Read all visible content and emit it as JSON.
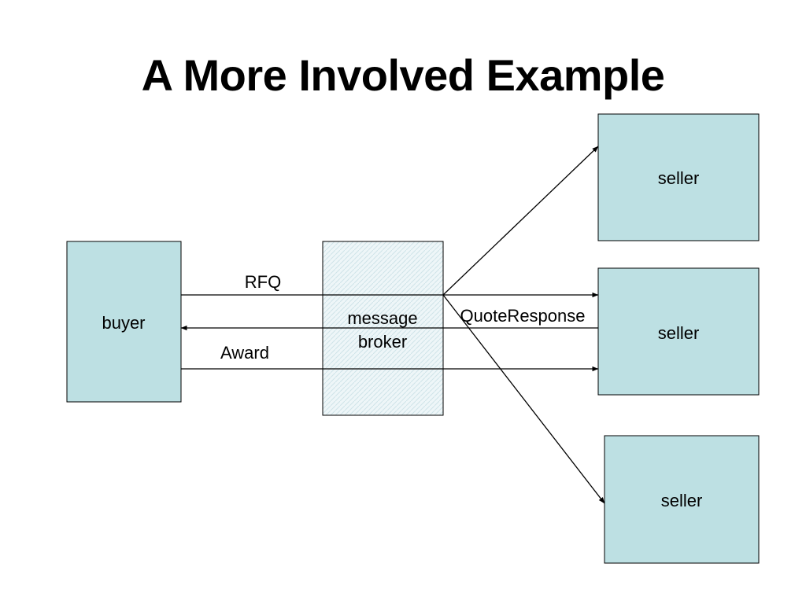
{
  "slide": {
    "title": "A More Involved Example"
  },
  "nodes": {
    "buyer": "buyer",
    "broker_line1": "message",
    "broker_line2": "broker",
    "seller_top": "seller",
    "seller_middle": "seller",
    "seller_bottom": "seller"
  },
  "edges": {
    "rfq": "RFQ",
    "quote_response": "QuoteResponse",
    "award": "Award"
  },
  "colors": {
    "box_fill": "#bde0e3",
    "broker_fill": "#eef6f8",
    "stroke": "#000000"
  }
}
